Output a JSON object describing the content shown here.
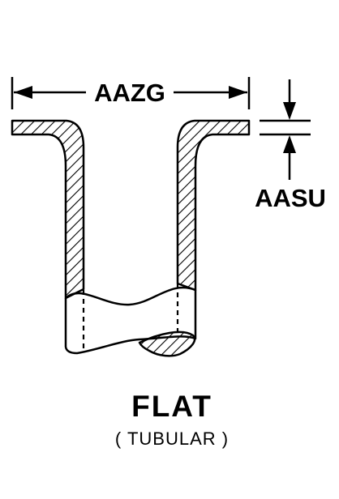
{
  "dimensions": {
    "width_label": "AAZG",
    "thickness_label": "AASU"
  },
  "caption": {
    "title": "FLAT",
    "subtitle": "( TUBULAR )"
  },
  "colors": {
    "ink": "#000000",
    "background": "#ffffff"
  }
}
